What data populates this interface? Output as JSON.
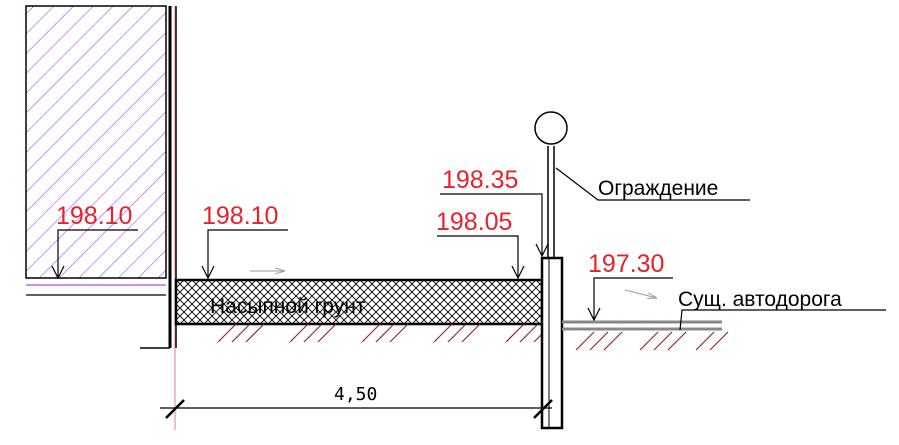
{
  "elevations": {
    "building_floor": "198.10",
    "fill_left": "198.10",
    "fill_right": "198.05",
    "fence_top": "198.35",
    "road": "197.30"
  },
  "labels": {
    "fill_material": "Насыпной грунт",
    "fence": "Ограждение",
    "road": "Сущ. автодорога"
  },
  "dimension": "4,50",
  "colors": {
    "elevation_text": "#e8212a",
    "building_hatch": "#a64dff",
    "ground_hatch": "#8b2e2e",
    "road_line": "#888888",
    "flow_arrow": "#9a9a9a"
  }
}
